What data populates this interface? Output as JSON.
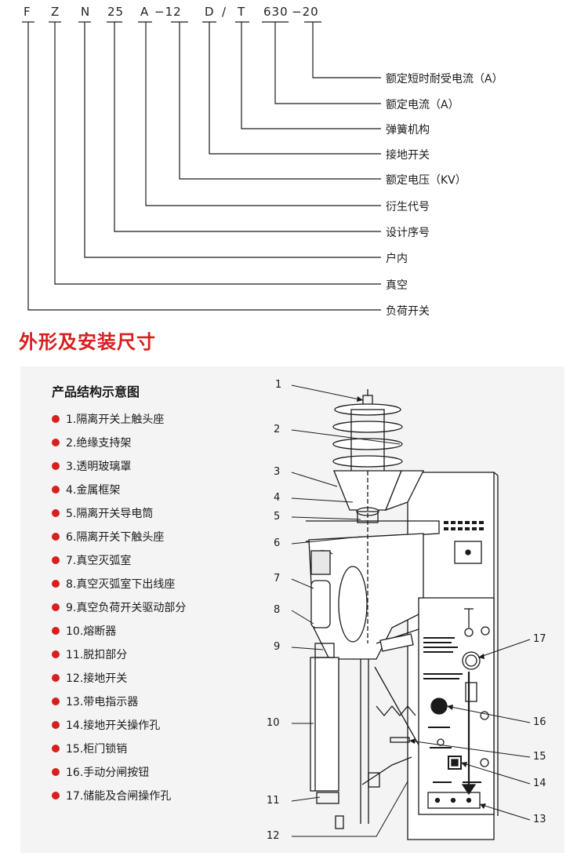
{
  "model_code": {
    "segments": [
      "F",
      "Z",
      "N",
      "25",
      "A",
      "−12",
      "D",
      "/",
      "T",
      "630",
      "−20"
    ]
  },
  "descriptions": [
    "额定短时耐受电流（A）",
    "额定电流（A）",
    "弹簧机构",
    "接地开关",
    "额定电压（KV）",
    "衍生代号",
    "设计序号",
    "户内",
    "真空",
    "负荷开关"
  ],
  "section_title": "外形及安装尺寸",
  "legend": {
    "title": "产品结构示意图",
    "items": [
      "1.隔离开关上触头座",
      "2.绝缘支持架",
      "3.透明玻璃罩",
      "4.金属框架",
      "5.隔离开关导电筒",
      "6.隔离开关下触头座",
      "7.真空灭弧室",
      "8.真空灭弧室下出线座",
      "9.真空负荷开关驱动部分",
      "10.熔断器",
      "11.脱扣部分",
      "12.接地开关",
      "13.带电指示器",
      "14.接地开关操作孔",
      "15.柜门锁销",
      "16.手动分闸按钮",
      "17.储能及合闸操作孔"
    ]
  },
  "callouts": [
    "1",
    "2",
    "3",
    "4",
    "5",
    "6",
    "7",
    "8",
    "9",
    "10",
    "11",
    "12",
    "13",
    "14",
    "15",
    "16",
    "17"
  ],
  "colors": {
    "accent_red": "#d81e1e",
    "line": "#1a1a1a",
    "panel_bg": "#f4f4f4"
  }
}
